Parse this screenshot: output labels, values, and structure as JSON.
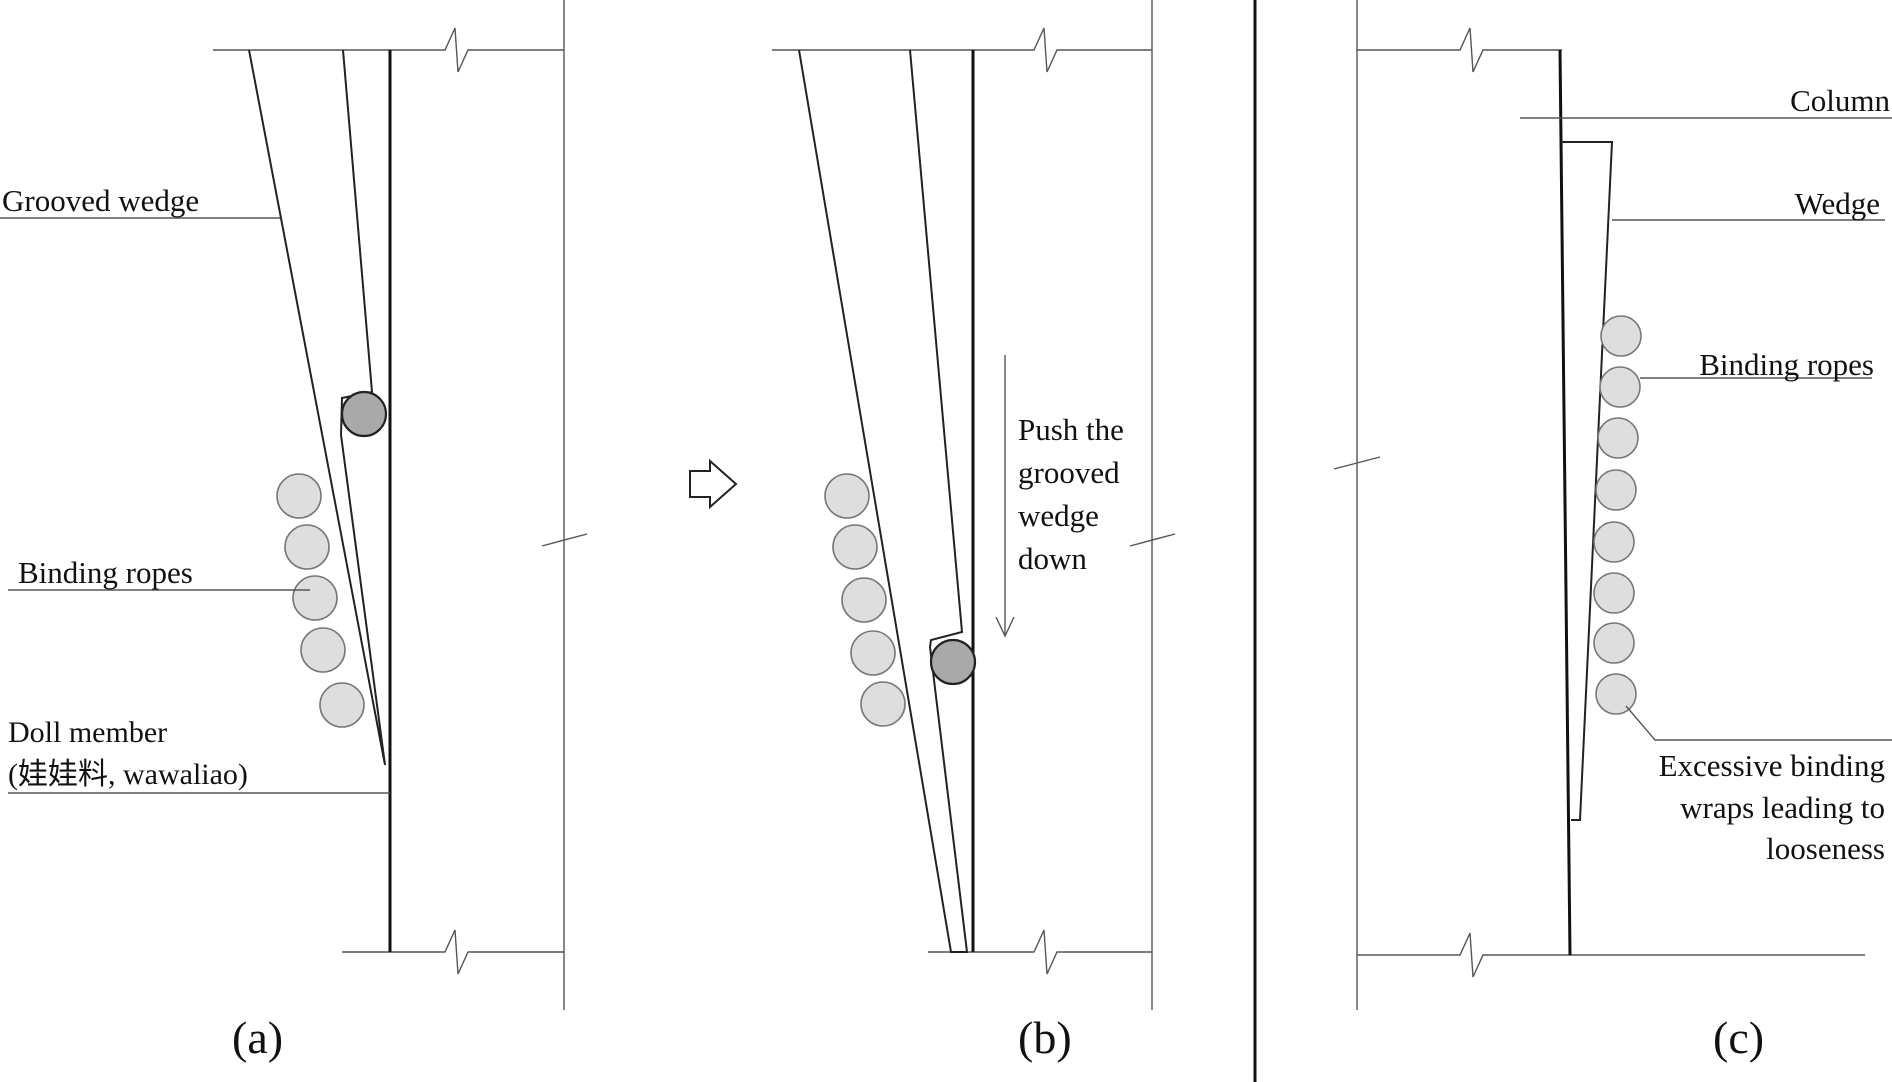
{
  "panels": {
    "a": {
      "caption": "(a)",
      "grooved_wedge_label": "Grooved wedge",
      "binding_ropes_label": "Binding ropes",
      "doll_member_label_line1": "Doll member",
      "doll_member_label_line2": "(娃娃料, wawaliao)"
    },
    "b": {
      "caption": "(b)",
      "push_text_line1": "Push the",
      "push_text_line2": "grooved",
      "push_text_line3": "wedge",
      "push_text_line4": "down"
    },
    "c": {
      "caption": "(c)",
      "column_label": "Column",
      "wedge_label": "Wedge",
      "binding_ropes_label": "Binding ropes",
      "note_line1": "Excessive  binding",
      "note_line2": "wraps leading to",
      "note_line3": "looseness"
    }
  },
  "icons": {
    "transition_arrow": "hollow-right-arrow-icon"
  }
}
